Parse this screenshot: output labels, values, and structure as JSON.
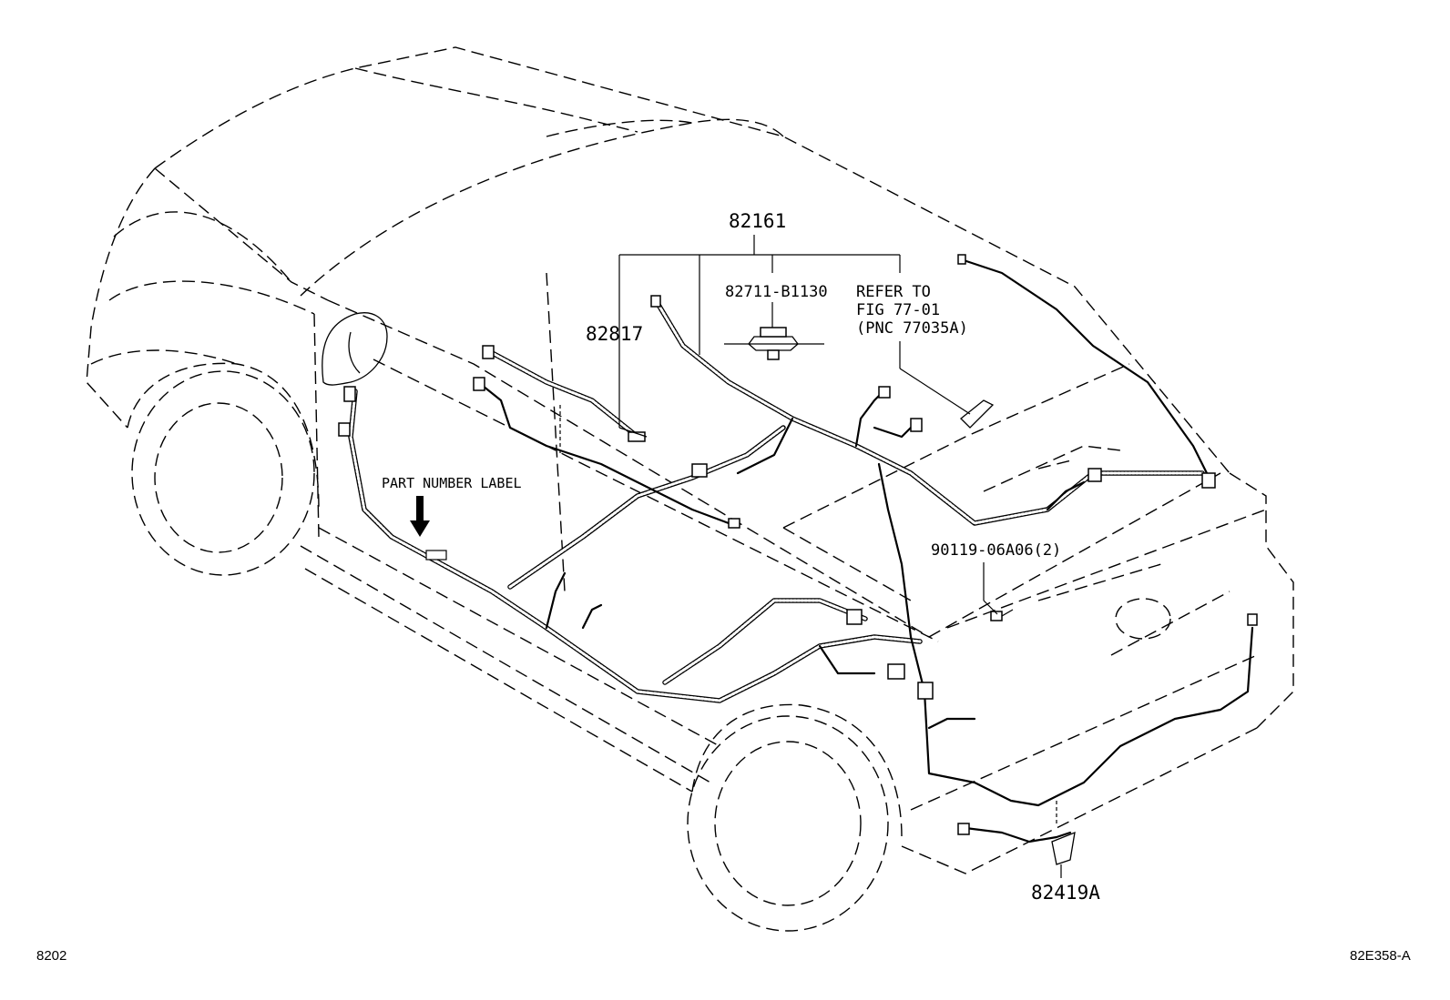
{
  "diagram": {
    "labels": {
      "main_assembly": "82161",
      "harness_sub": "82817",
      "sensor_part": "82711-B1130",
      "refer_line1": "REFER TO",
      "refer_line2": "FIG 77-01",
      "refer_line3": "(PNC 77035A)",
      "part_number_label": "PART NUMBER LABEL",
      "bolt": "90119-06A06(2)",
      "rear_wire": "82419A"
    },
    "footer": {
      "figure_number": "8202",
      "illustration_code": "82E358-A"
    }
  }
}
